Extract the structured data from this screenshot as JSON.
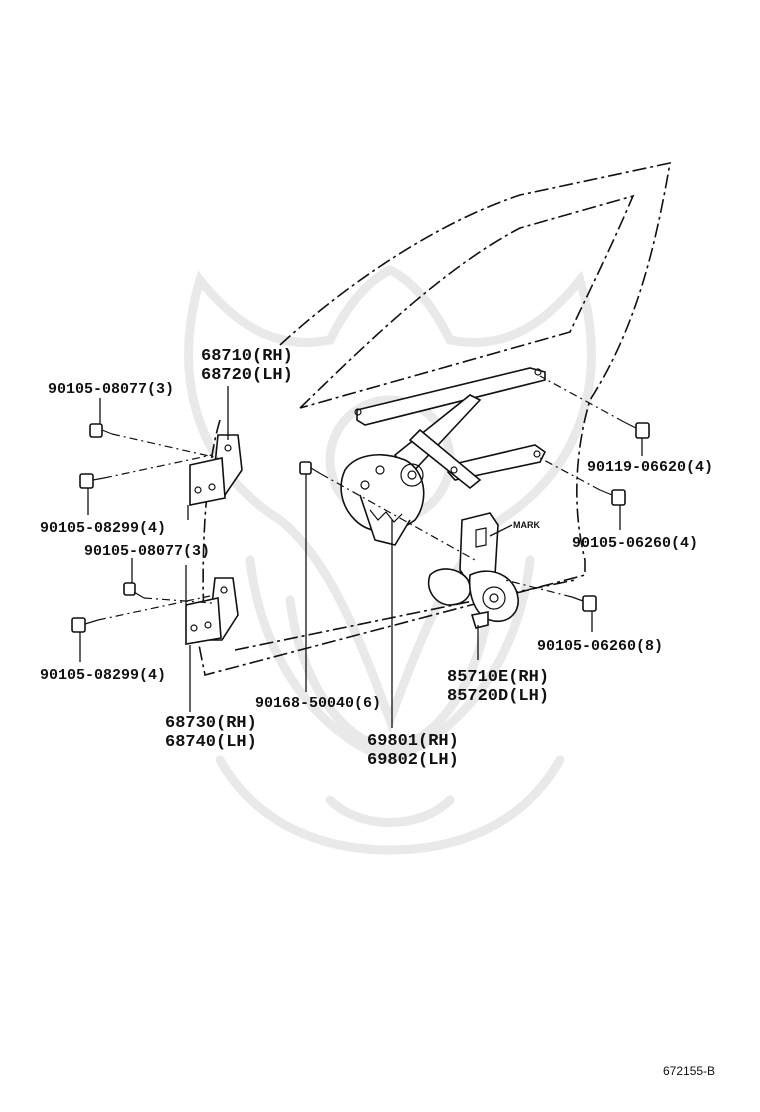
{
  "diagram": {
    "callouts": [
      {
        "id": "bolt-upper-hinge",
        "text": "90105-08077(3)"
      },
      {
        "id": "upper-hinge-rh",
        "text": "68710(RH)"
      },
      {
        "id": "upper-hinge-lh",
        "text": "68720(LH)"
      },
      {
        "id": "bolt-upper-hinge-body",
        "text": "90105-08299(4)"
      },
      {
        "id": "bolt-lower-hinge",
        "text": "90105-08077(3)"
      },
      {
        "id": "bolt-lower-hinge-body",
        "text": "90105-08299(4)"
      },
      {
        "id": "lower-hinge-rh",
        "text": "68730(RH)"
      },
      {
        "id": "lower-hinge-lh",
        "text": "68740(LH)"
      },
      {
        "id": "rivet",
        "text": "90168-50040(6)"
      },
      {
        "id": "regulator-rh",
        "text": "69801(RH)"
      },
      {
        "id": "regulator-lh",
        "text": "69802(LH)"
      },
      {
        "id": "motor-rh",
        "text": "85710E(RH)"
      },
      {
        "id": "motor-lh",
        "text": "85720D(LH)"
      },
      {
        "id": "bolt-regulator-rail",
        "text": "90119-06620(4)"
      },
      {
        "id": "bolt-regulator-upper",
        "text": "90105-06260(4)"
      },
      {
        "id": "bolt-regulator-lower",
        "text": "90105-06260(8)"
      }
    ],
    "motor_mark": "MARK",
    "figure_ref": "672155-B"
  }
}
